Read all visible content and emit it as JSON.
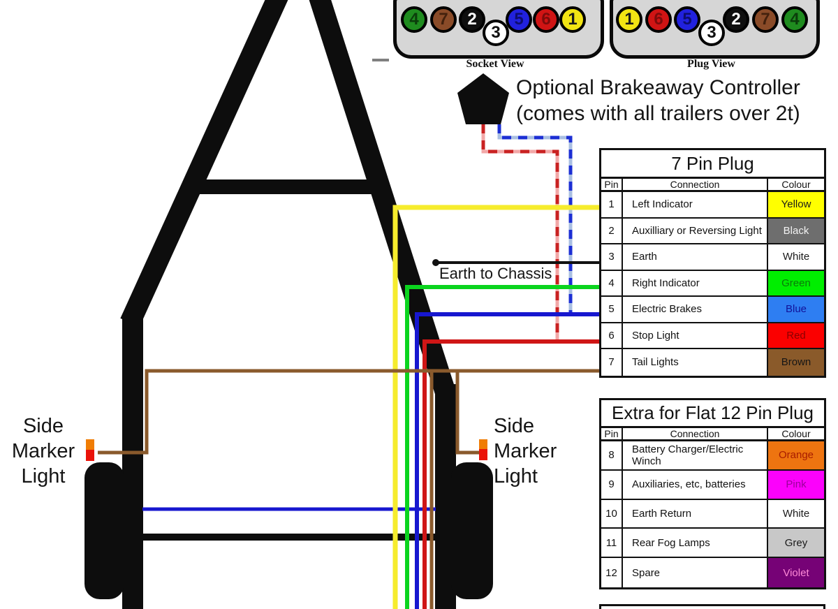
{
  "connectors": {
    "socket": {
      "label": "Socket View",
      "pins": [
        {
          "n": "4",
          "bg": "#1f8c1f",
          "fg": "#0b3d0b"
        },
        {
          "n": "7",
          "bg": "#8a4b28",
          "fg": "#43210d"
        },
        {
          "n": "2",
          "bg": "#0f0f0f",
          "fg": "#ffffff"
        },
        {
          "n": "3",
          "bg": "#ffffff",
          "fg": "#111111"
        },
        {
          "n": "5",
          "bg": "#2121dd",
          "fg": "#0d0d6e"
        },
        {
          "n": "6",
          "bg": "#d01414",
          "fg": "#7e0b0b"
        },
        {
          "n": "1",
          "bg": "#f2e413",
          "fg": "#1a1a1a"
        }
      ]
    },
    "plug": {
      "label": "Plug View",
      "pins": [
        {
          "n": "1",
          "bg": "#f2e413",
          "fg": "#1a1a1a"
        },
        {
          "n": "6",
          "bg": "#d01414",
          "fg": "#7e0b0b"
        },
        {
          "n": "5",
          "bg": "#2121dd",
          "fg": "#0d0d6e"
        },
        {
          "n": "3",
          "bg": "#ffffff",
          "fg": "#111111"
        },
        {
          "n": "2",
          "bg": "#0f0f0f",
          "fg": "#ffffff"
        },
        {
          "n": "7",
          "bg": "#8a4b28",
          "fg": "#43210d"
        },
        {
          "n": "4",
          "bg": "#1f8c1f",
          "fg": "#0b3d0b"
        }
      ]
    }
  },
  "brakeaway": {
    "line1": "Optional Brakeaway Controller",
    "line2": "(comes with all trailers over 2t)"
  },
  "labels": {
    "earth_to_chassis": "Earth to Chassis",
    "side_marker_lines": [
      "Side",
      "Marker",
      "Light"
    ]
  },
  "tables": {
    "seven_pin": {
      "title": "7 Pin Plug",
      "headers": {
        "pin": "Pin",
        "connection": "Connection",
        "colour": "Colour"
      },
      "rows": [
        {
          "pin": "1",
          "connection": "Left Indicator",
          "colour": "Yellow",
          "bg": "#ffff00",
          "fg": "#1a1a1a"
        },
        {
          "pin": "2",
          "connection": "Auxilliary or Reversing Light",
          "colour": "Black",
          "bg": "#6e6e6e",
          "fg": "#f2f2f2"
        },
        {
          "pin": "3",
          "connection": "Earth",
          "colour": "White",
          "bg": "#ffffff",
          "fg": "#1a1a1a"
        },
        {
          "pin": "4",
          "connection": "Right Indicator",
          "colour": "Green",
          "bg": "#00ee00",
          "fg": "#0a7a0a"
        },
        {
          "pin": "5",
          "connection": "Electric Brakes",
          "colour": "Blue",
          "bg": "#2e7ef2",
          "fg": "#12129a"
        },
        {
          "pin": "6",
          "connection": "Stop Light",
          "colour": "Red",
          "bg": "#fb0000",
          "fg": "#8a0000"
        },
        {
          "pin": "7",
          "connection": "Tail Lights",
          "colour": "Brown",
          "bg": "#8a5a2a",
          "fg": "#161616"
        }
      ]
    },
    "twelve_pin": {
      "title": "Extra for Flat 12 Pin Plug",
      "headers": {
        "pin": "Pin",
        "connection": "Connection",
        "colour": "Colour"
      },
      "rows": [
        {
          "pin": "8",
          "connection": "Battery Charger/Electric Winch",
          "colour": "Orange",
          "bg": "#ee7410",
          "fg": "#a81c00"
        },
        {
          "pin": "9",
          "connection": "Auxiliaries, etc, batteries",
          "colour": "Pink",
          "bg": "#fb02fb",
          "fg": "#9b009b"
        },
        {
          "pin": "10",
          "connection": "Earth Return",
          "colour": "White",
          "bg": "#ffffff",
          "fg": "#1a1a1a"
        },
        {
          "pin": "11",
          "connection": "Rear Fog Lamps",
          "colour": "Grey",
          "bg": "#c8c8c8",
          "fg": "#1a1a1a"
        },
        {
          "pin": "12",
          "connection": "Spare",
          "colour": "Violet",
          "bg": "#760276",
          "fg": "#ff8ad8"
        }
      ]
    }
  },
  "colors": {
    "frame": "#0d0d0d",
    "wire_yellow": "#f6ec2d",
    "wire_green": "#0bd41e",
    "wire_blue": "#1717cf",
    "wire_red": "#cf1616",
    "wire_brown": "#8a5a2c",
    "wire_earth": "#111111",
    "brakeaway_red": "#c92222",
    "brakeaway_red_under": "#f2a8a8",
    "brakeaway_blue": "#1c2fd4",
    "brakeaway_blue_under": "#a9bfe2",
    "marker_orange": "#f07d05",
    "marker_red": "#ea1309",
    "connector_shell": "#d6d6d6",
    "misc_dash": "#808080"
  }
}
